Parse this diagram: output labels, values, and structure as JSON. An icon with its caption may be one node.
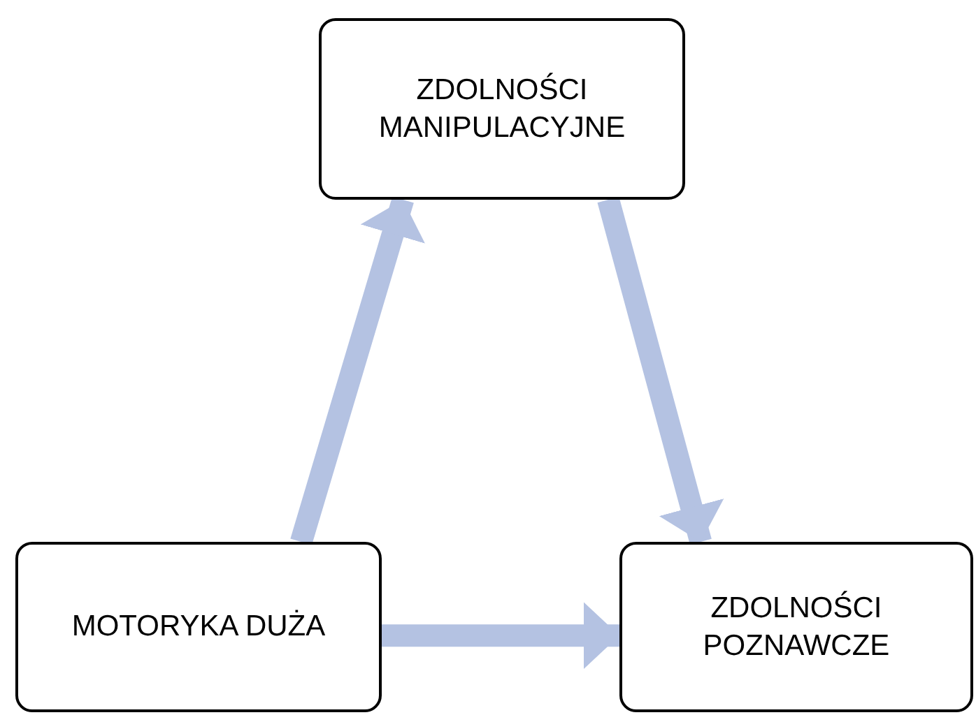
{
  "diagram": {
    "nodes": [
      {
        "text": [
          "ZDOLNOŚCI MANIPULACYJNE"
        ]
      },
      {
        "text": [
          "MOTORYKA DUŻA"
        ]
      },
      {
        "text": [
          "ZDOLNOŚCI POZNAWCZE"
        ]
      }
    ],
    "edges": [
      {
        "from": 1,
        "to": 0,
        "arrow": "to"
      },
      {
        "from": 0,
        "to": 2,
        "arrow": "to"
      },
      {
        "from": 1,
        "to": 2,
        "arrow": "to"
      }
    ]
  }
}
